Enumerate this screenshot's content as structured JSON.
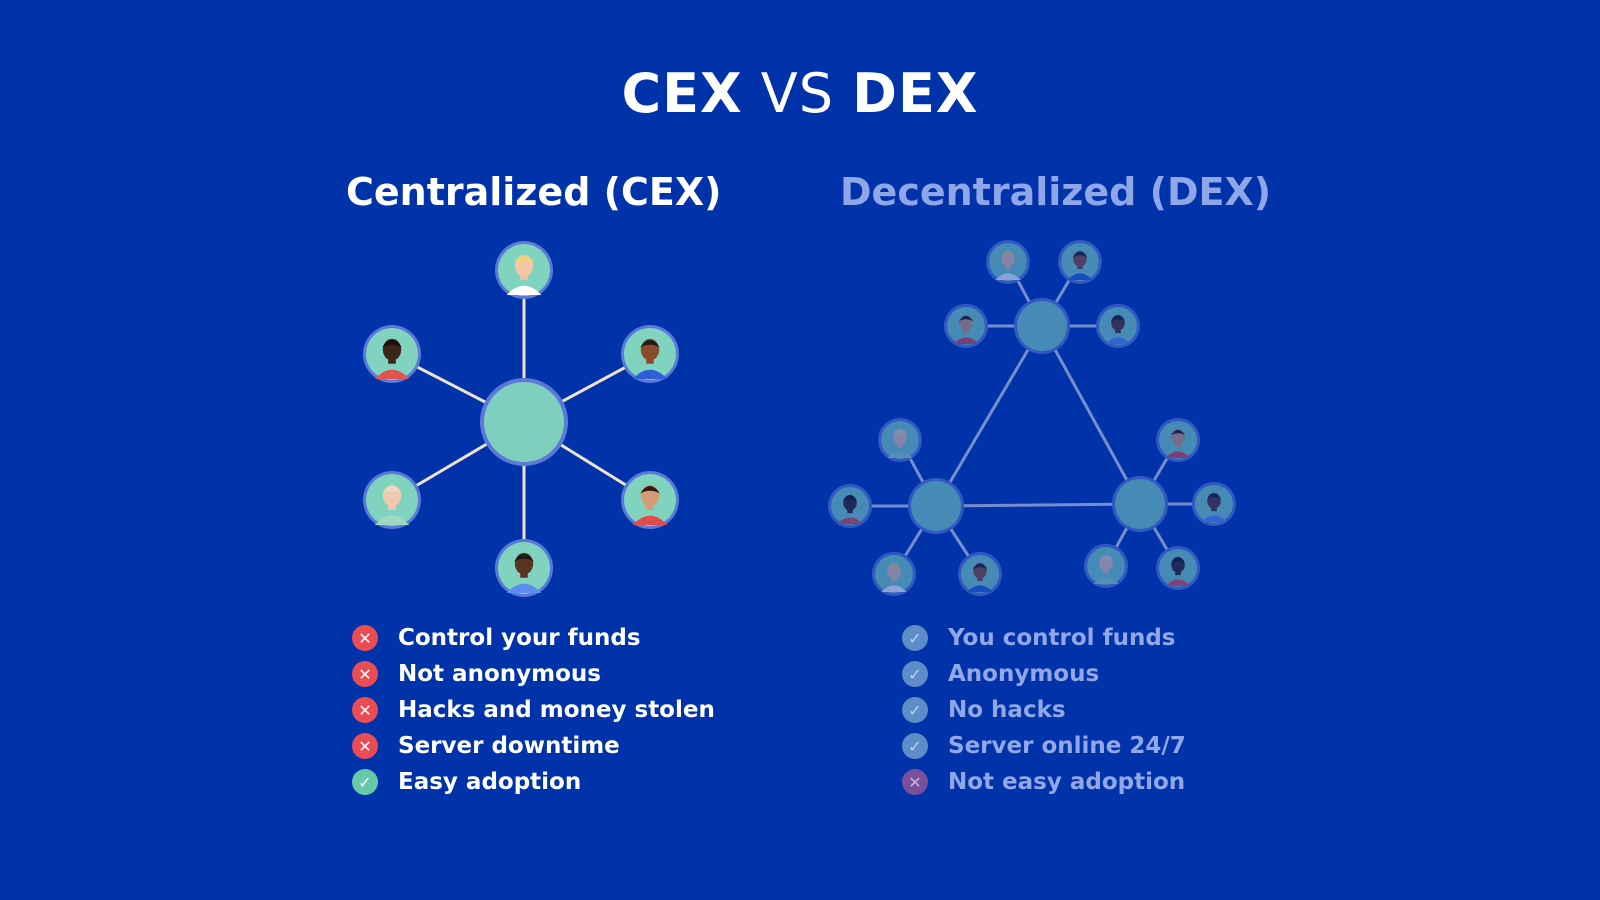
{
  "title": {
    "part1": "CEX",
    "vs": "VS",
    "part2": "DEX"
  },
  "cex": {
    "heading": "Centralized (CEX)",
    "items": [
      {
        "text": "Control your funds",
        "status": "no"
      },
      {
        "text": "Not anonymous",
        "status": "no"
      },
      {
        "text": "Hacks and money stolen",
        "status": "no"
      },
      {
        "text": "Server downtime",
        "status": "no"
      },
      {
        "text": "Easy adoption",
        "status": "ok"
      }
    ]
  },
  "dex": {
    "heading": "Decentralized (DEX)",
    "items": [
      {
        "text": "You control funds",
        "status": "ok"
      },
      {
        "text": "Anonymous",
        "status": "ok"
      },
      {
        "text": "No hacks",
        "status": "ok"
      },
      {
        "text": "Server online 24/7",
        "status": "ok"
      },
      {
        "text": "Not easy adoption",
        "status": "no"
      }
    ]
  },
  "icons": {
    "ok": "check-icon",
    "no": "cross-icon"
  },
  "colors": {
    "background": "#0033aa",
    "hub": "#7fcfbf",
    "dex_hub": "#3f7ec0",
    "check": "#66c9a7",
    "cross": "#ea4c55"
  }
}
